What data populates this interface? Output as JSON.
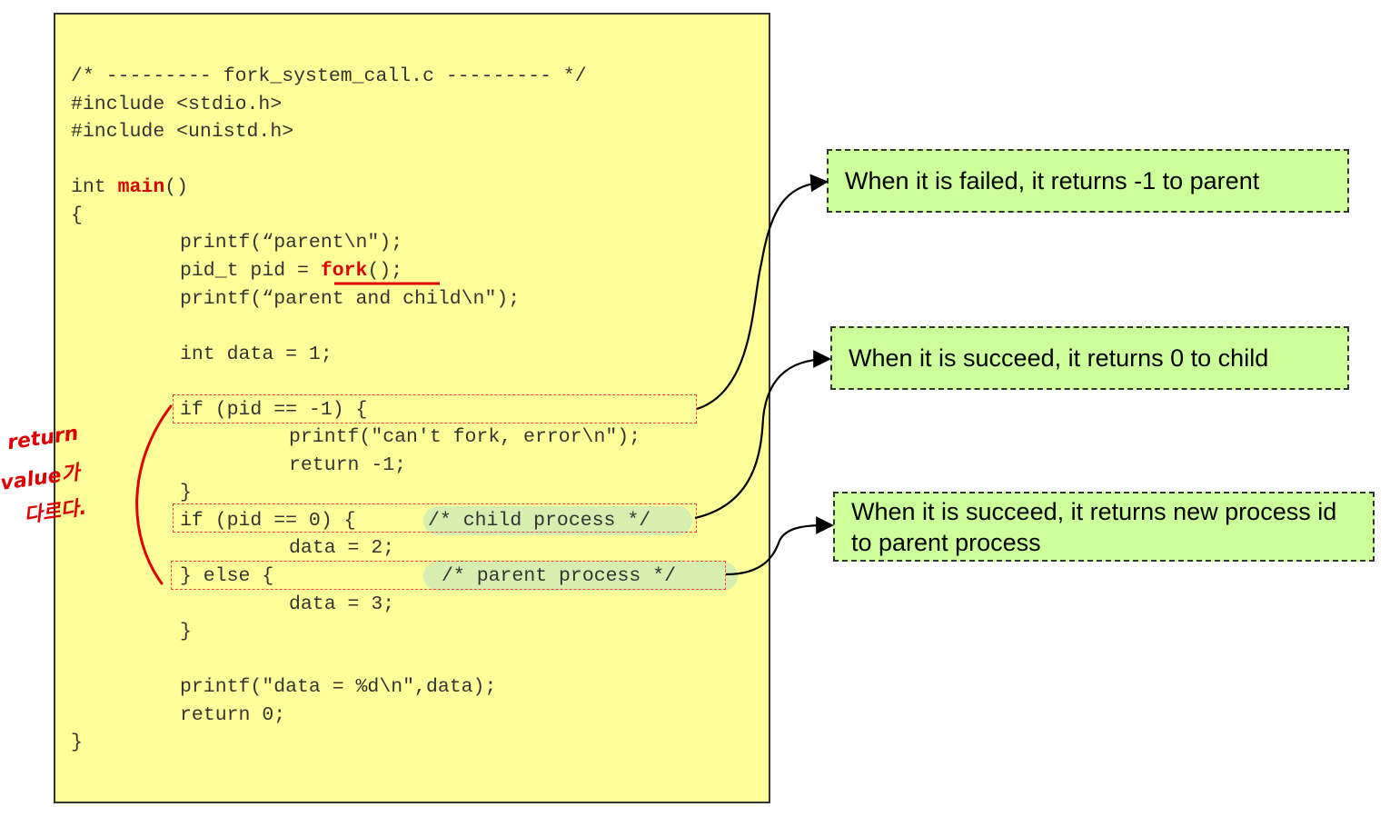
{
  "code": {
    "header_comment": "/* --------- fork_system_call.c --------- */",
    "include_stdio": "#include <stdio.h>",
    "include_unistd": "#include <unistd.h>",
    "main_prefix": "int ",
    "main_name": "main",
    "main_suffix": "()",
    "open_brace": "{",
    "printf_parent": "printf(“parent\\n\");",
    "pid_prefix": "pid_t pid = ",
    "fork_name": "fork",
    "fork_suffix": "();",
    "printf_both": "printf(“parent and child\\n\");",
    "int_data": "int data = 1;",
    "if_fail": "if (pid == -1) {",
    "printf_error": "printf(\"can't fork, error\\n\");",
    "return_neg": "return -1;",
    "close_brace_1": "}",
    "if_child": "if (pid == 0) {",
    "child_comment": "/* child process */",
    "data_2": "data = 2;",
    "else_line": "} else {",
    "parent_comment": "/* parent process */",
    "data_3": "data = 3;",
    "close_brace_2": "}",
    "printf_data": "printf(\"data = %d\\n\",data);",
    "return_zero": "return 0;",
    "close_main": "}"
  },
  "notes": {
    "failed": "When it is failed, it returns -1 to parent",
    "child": "When it is succeed, it returns 0 to child",
    "parent": "When it is succeed, it returns new process id to parent process"
  },
  "handwriting": {
    "line1": "return",
    "line2": "value가",
    "line3": "다르다."
  },
  "colors": {
    "code_background": "#ffff99",
    "note_background": "#ccff99",
    "highlight": "#dd0000"
  }
}
